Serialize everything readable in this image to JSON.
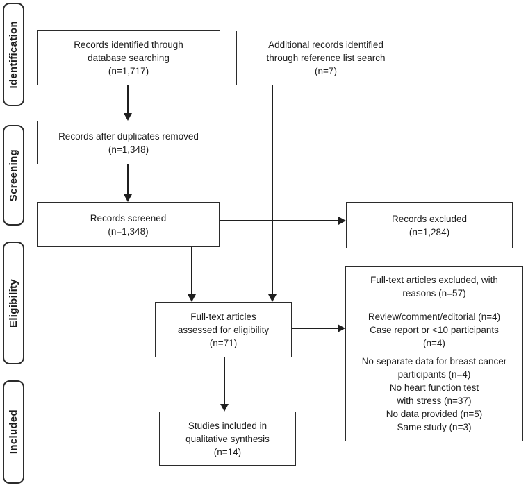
{
  "colors": {
    "background": "#ffffff",
    "box_border": "#2b2b2b",
    "arrow": "#1f1f1f",
    "text": "#1c1c1c"
  },
  "stages": [
    {
      "label": "Identification"
    },
    {
      "label": "Screening"
    },
    {
      "label": "Eligibility"
    },
    {
      "label": "Included"
    }
  ],
  "boxes": {
    "records_identified": {
      "text": "Records identified through\ndatabase searching\n(n=1,717)"
    },
    "additional_records": {
      "text": "Additional records identified\nthrough reference list search\n(n=7)"
    },
    "duplicates_removed": {
      "text": "Records after duplicates removed\n(n=1,348)"
    },
    "records_screened": {
      "text": "Records screened\n(n=1,348)"
    },
    "records_excluded": {
      "text": "Records excluded\n(n=1,284)"
    },
    "fulltext_assessed": {
      "text": "Full-text articles\nassessed for eligibility\n(n=71)"
    },
    "fulltext_excluded": {
      "title": "Full-text articles excluded, with\nreasons (n=57)",
      "reasons_group_1": "Review/comment/editorial (n=4)\nCase report or <10 participants\n(n=4)",
      "reasons_group_2": "No separate data for breast cancer\nparticipants (n=4)\nNo heart function test\nwith stress (n=37)\nNo data provided (n=5)\nSame study (n=3)"
    },
    "studies_included": {
      "text": "Studies included in\nqualitative synthesis\n(n=14)"
    }
  }
}
